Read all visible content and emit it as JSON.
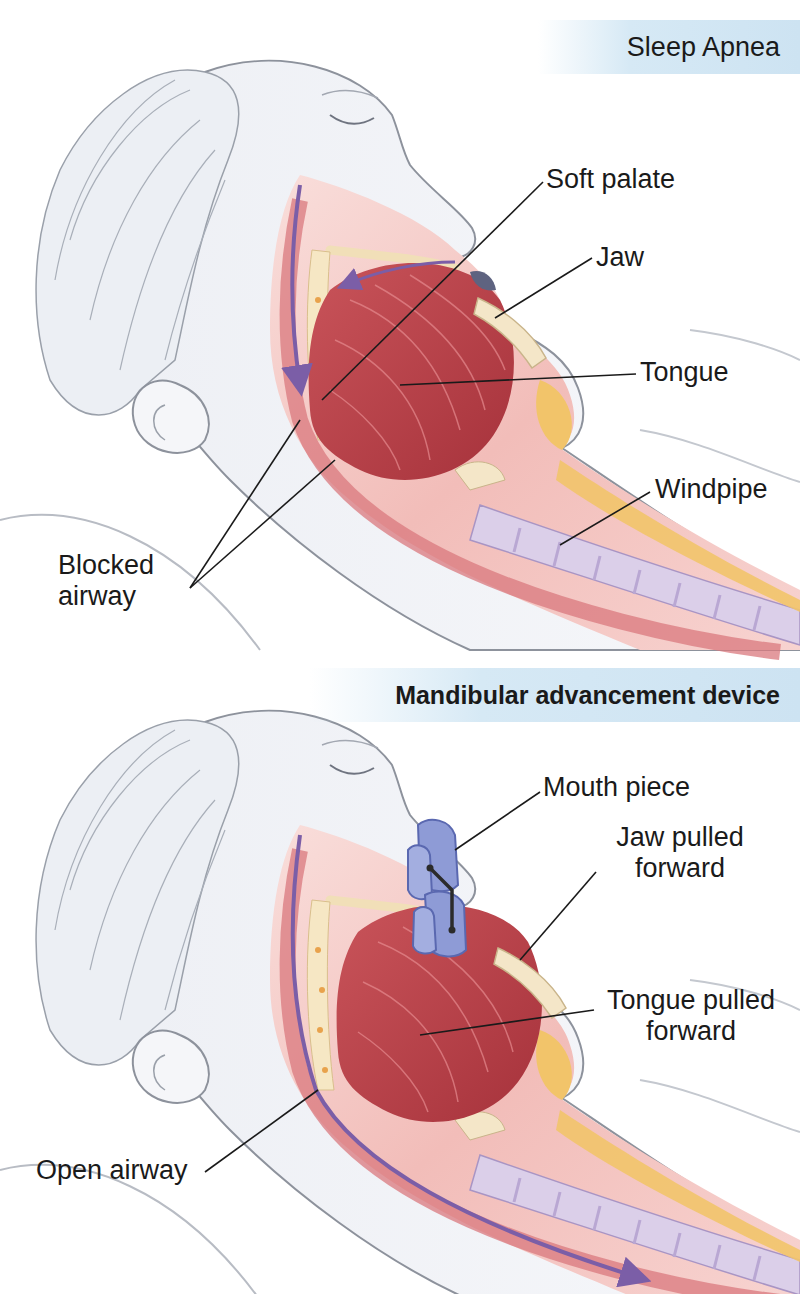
{
  "diagram": {
    "nodes": [
      {
        "text": [
          "Sleep Apnea"
        ]
      },
      {
        "text": [
          "Mandibular advancement device"
        ]
      }
    ],
    "labels": [
      "Soft palate",
      "Jaw",
      "Tongue",
      "Windpipe",
      "Blocked airway",
      "Mouth piece",
      "Jaw pulled forward",
      "Tongue pulled forward",
      "Open airway"
    ]
  }
}
